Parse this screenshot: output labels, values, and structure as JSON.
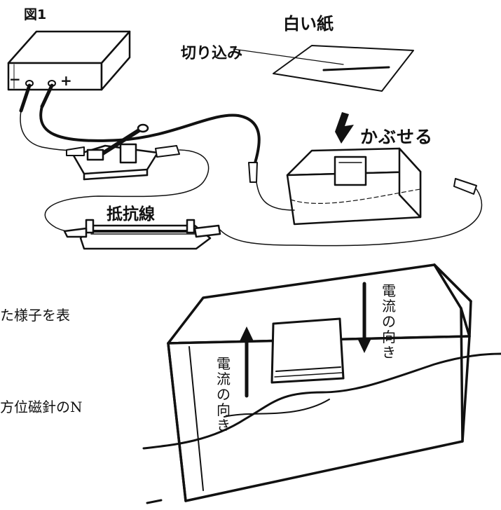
{
  "figure_label": "図1",
  "labels": {
    "white_paper": "白い紙",
    "cut": "切り込み",
    "cover": "かぶせる",
    "resistance_wire": "抵抗線",
    "minus": "−",
    "plus": "+"
  },
  "current_direction_left": "電流の向き",
  "current_direction_right": "電流の向き",
  "side_text": [
    "た様子を表",
    "方位磁針のN"
  ]
}
